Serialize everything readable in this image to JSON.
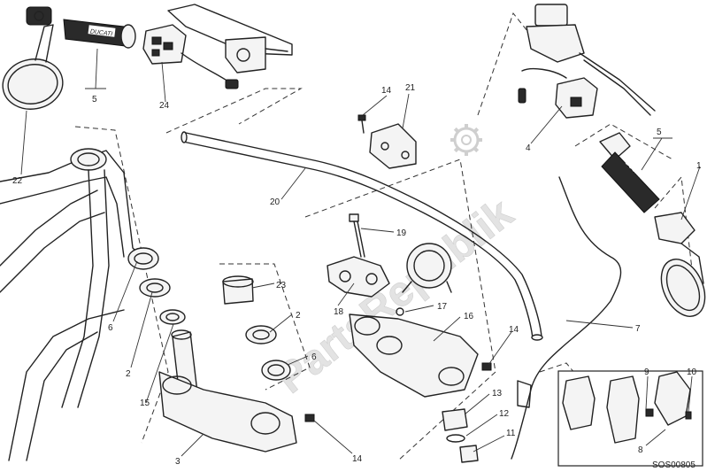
{
  "diagram_code": "SOS00805",
  "watermark": "PartsRepublik",
  "brand_on_grip": "DUCATI",
  "callouts": [
    "1",
    "2",
    "2",
    "3",
    "4",
    "5",
    "5",
    "6",
    "6",
    "7",
    "8",
    "9",
    "10",
    "11",
    "12",
    "13",
    "14",
    "14",
    "14",
    "15",
    "16",
    "17",
    "18",
    "19",
    "20",
    "21",
    "22",
    "23",
    "24"
  ],
  "icons": [
    "gear-icon"
  ]
}
